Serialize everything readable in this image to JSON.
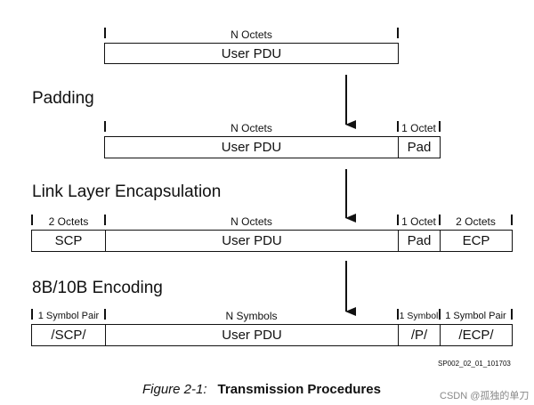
{
  "row1": {
    "label_n_octets": "N Octets",
    "user_pdu": "User PDU"
  },
  "heading_padding": "Padding",
  "row2": {
    "label_n_octets": "N Octets",
    "label_1_octet": "1 Octet",
    "user_pdu": "User PDU",
    "pad": "Pad"
  },
  "heading_link_layer": "Link Layer Encapsulation",
  "row3": {
    "label_2_octets_left": "2 Octets",
    "label_n_octets": "N Octets",
    "label_1_octet": "1 Octet",
    "label_2_octets_right": "2 Octets",
    "scp": "SCP",
    "user_pdu": "User PDU",
    "pad": "Pad",
    "ecp": "ECP"
  },
  "heading_8b10b": "8B/10B Encoding",
  "row4": {
    "label_1_symbol_pair_left": "1 Symbol Pair",
    "label_n_symbols": "N Symbols",
    "label_1_symbol": "1 Symbol",
    "label_1_symbol_pair_right": "1 Symbol Pair",
    "scp": "/SCP/",
    "user_pdu": "User PDU",
    "pad": "/P/",
    "ecp": "/ECP/"
  },
  "figure_ref": "SP002_02_01_101703",
  "caption": {
    "figure_number": "Figure 2-1:",
    "title": "Transmission Procedures"
  },
  "watermark": "CSDN @孤独的单刀"
}
